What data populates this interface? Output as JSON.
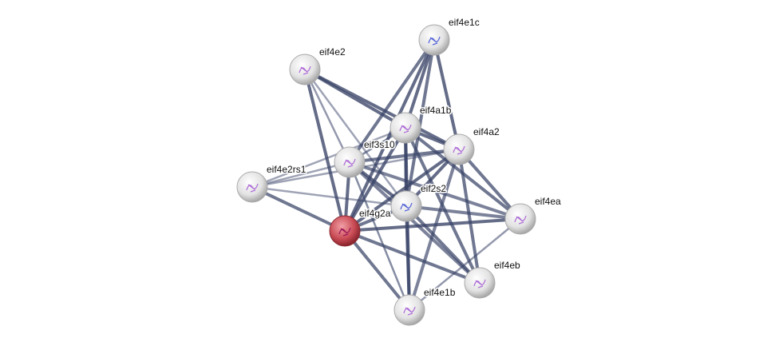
{
  "network": {
    "nodes": [
      {
        "id": "eif4e1c",
        "label": "eif4e1c",
        "query": false
      },
      {
        "id": "eif4e2",
        "label": "eif4e2",
        "query": false
      },
      {
        "id": "eif4a1b",
        "label": "eif4a1b",
        "query": false
      },
      {
        "id": "eif4a2",
        "label": "eif4a2",
        "query": false
      },
      {
        "id": "eif3s10",
        "label": "eif3s10",
        "query": false
      },
      {
        "id": "eif4e2rs1",
        "label": "eif4e2rs1",
        "query": false
      },
      {
        "id": "eif2s2",
        "label": "eif2s2",
        "query": false
      },
      {
        "id": "eif4ea",
        "label": "eif4ea",
        "query": false
      },
      {
        "id": "eif4g2a",
        "label": "eif4g2a",
        "query": true
      },
      {
        "id": "eif4eb",
        "label": "eif4eb",
        "query": false
      },
      {
        "id": "eif4e1b",
        "label": "eif4e1b",
        "query": false
      }
    ],
    "edges": [
      [
        "eif4e2",
        "eif4a1b",
        0.9
      ],
      [
        "eif4e2",
        "eif4a2",
        0.9
      ],
      [
        "eif4e2",
        "eif3s10",
        0.5
      ],
      [
        "eif4e2",
        "eif4g2a",
        0.9
      ],
      [
        "eif4e2",
        "eif2s2",
        0.4
      ],
      [
        "eif4e1c",
        "eif4a1b",
        0.9
      ],
      [
        "eif4e1c",
        "eif4a2",
        0.9
      ],
      [
        "eif4e1c",
        "eif3s10",
        0.8
      ],
      [
        "eif4e1c",
        "eif4g2a",
        0.9
      ],
      [
        "eif4e1c",
        "eif2s2",
        0.8
      ],
      [
        "eif4e2rs1",
        "eif3s10",
        0.4
      ],
      [
        "eif4e2rs1",
        "eif4a1b",
        0.4
      ],
      [
        "eif4e2rs1",
        "eif4a2",
        0.4
      ],
      [
        "eif4e2rs1",
        "eif2s2",
        0.4
      ],
      [
        "eif4e2rs1",
        "eif4g2a",
        0.8
      ],
      [
        "eif4a1b",
        "eif4a2",
        0.9
      ],
      [
        "eif4a1b",
        "eif3s10",
        0.6
      ],
      [
        "eif4a1b",
        "eif2s2",
        0.95
      ],
      [
        "eif4a1b",
        "eif4g2a",
        0.9
      ],
      [
        "eif4a1b",
        "eif4ea",
        0.8
      ],
      [
        "eif4a1b",
        "eif4eb",
        0.8
      ],
      [
        "eif4a1b",
        "eif4e1b",
        0.8
      ],
      [
        "eif4a2",
        "eif3s10",
        0.8
      ],
      [
        "eif4a2",
        "eif2s2",
        0.9
      ],
      [
        "eif4a2",
        "eif4g2a",
        0.9
      ],
      [
        "eif4a2",
        "eif4ea",
        0.8
      ],
      [
        "eif4a2",
        "eif4eb",
        0.8
      ],
      [
        "eif4a2",
        "eif4e1b",
        0.7
      ],
      [
        "eif3s10",
        "eif2s2",
        0.9
      ],
      [
        "eif3s10",
        "eif4g2a",
        0.9
      ],
      [
        "eif3s10",
        "eif4ea",
        0.7
      ],
      [
        "eif3s10",
        "eif4eb",
        0.7
      ],
      [
        "eif3s10",
        "eif4e1b",
        0.6
      ],
      [
        "eif2s2",
        "eif4g2a",
        0.8
      ],
      [
        "eif2s2",
        "eif4ea",
        0.7
      ],
      [
        "eif2s2",
        "eif4eb",
        0.8
      ],
      [
        "eif2s2",
        "eif4e1b",
        0.9
      ],
      [
        "eif4g2a",
        "eif4ea",
        0.9
      ],
      [
        "eif4g2a",
        "eif4eb",
        0.8
      ],
      [
        "eif4g2a",
        "eif4e1b",
        0.8
      ],
      [
        "eif4ea",
        "eif4e1b",
        0.5
      ]
    ],
    "colors": {
      "edge": "#3a4468",
      "node": "#e6e6e6",
      "query_node": "#c0404a"
    }
  }
}
